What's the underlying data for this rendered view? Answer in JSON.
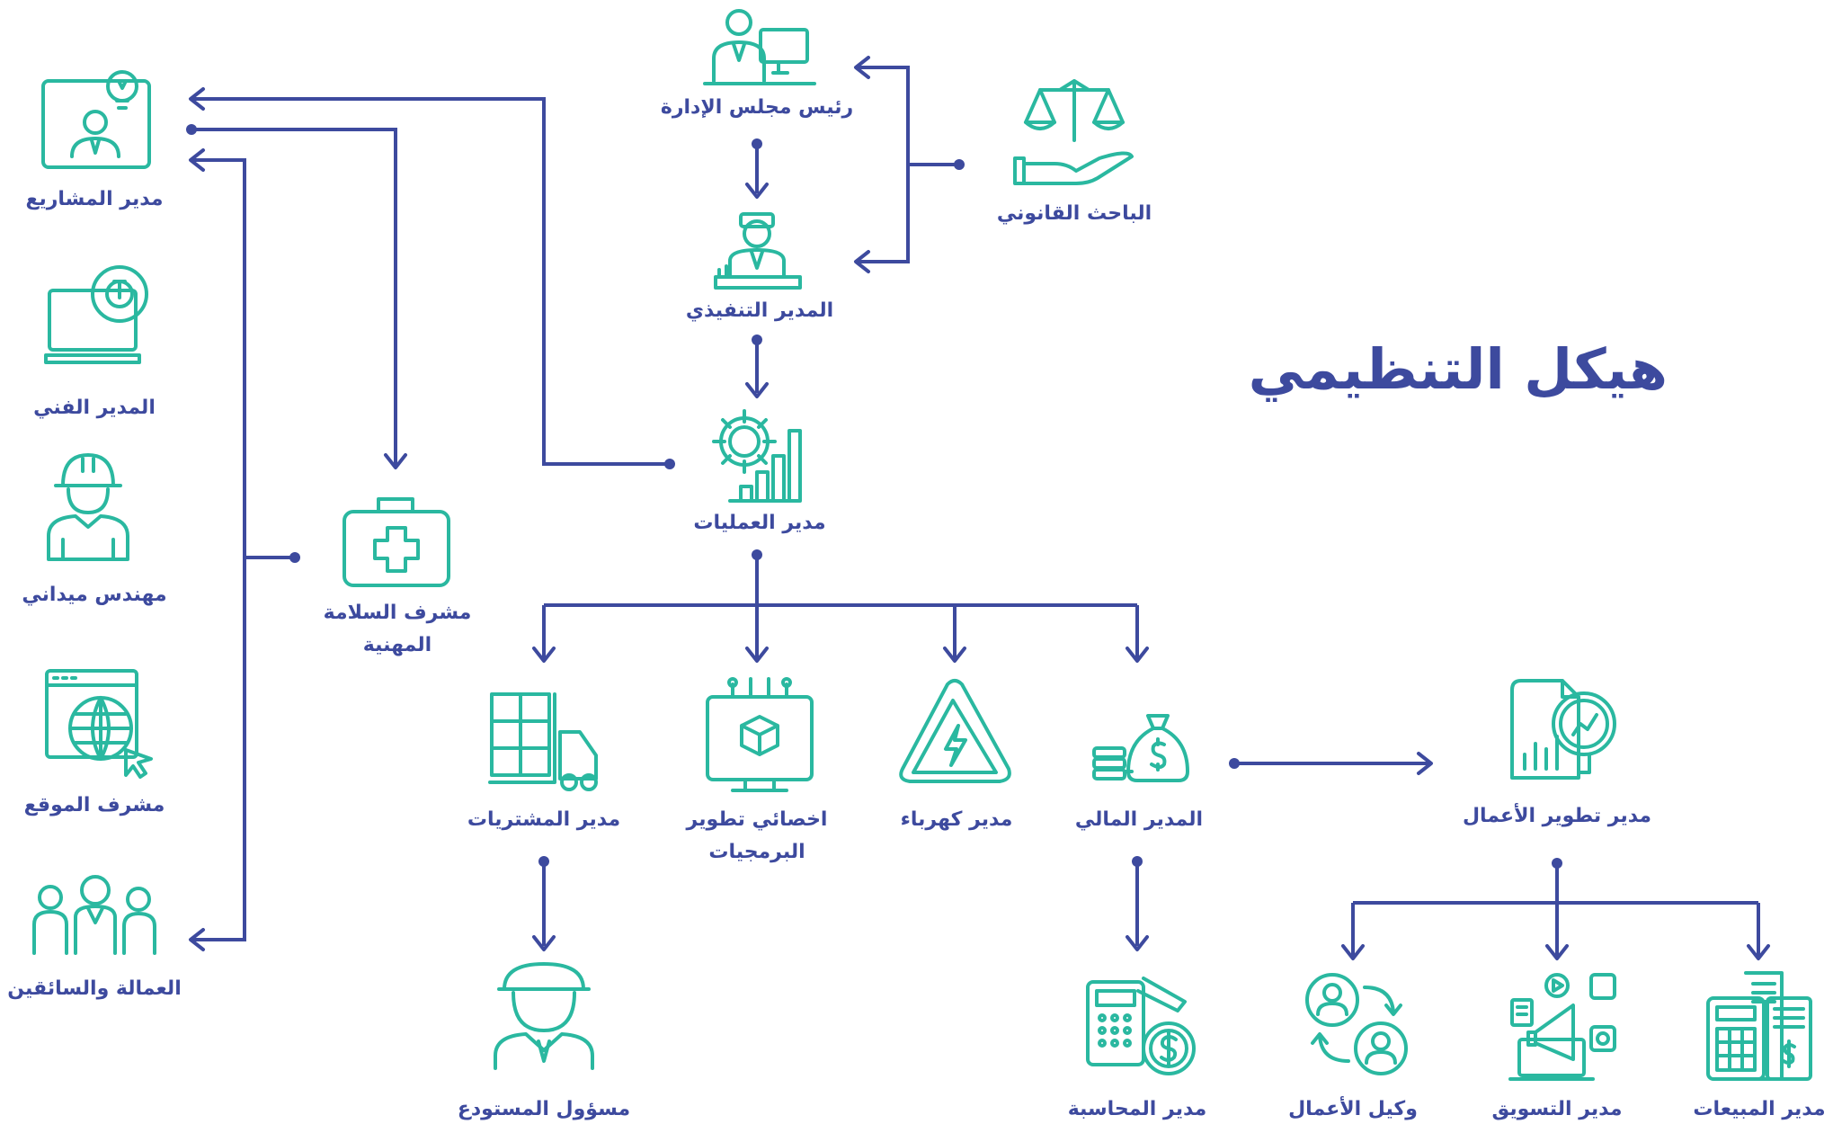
{
  "title": "هيكل التنظيمي",
  "colors": {
    "accent": "#2ab8a0",
    "lines": "#3d4a9e",
    "background": "#ffffff"
  },
  "nodes": {
    "board_chairman": {
      "label": "رئيس مجلس الإدارة",
      "icon": "executive-desk-computer-icon"
    },
    "legal_researcher": {
      "label": "الباحث القانوني",
      "icon": "scales-on-hand-icon"
    },
    "ceo": {
      "label": "المدير التنفيذي",
      "icon": "executive-at-desk-icon"
    },
    "operations": {
      "label": "مدير العمليات",
      "icon": "gear-chart-icon"
    },
    "projects": {
      "label": "مدير المشاريع",
      "icon": "presenter-lightbulb-icon"
    },
    "technical": {
      "label": "المدير الفني",
      "icon": "laptop-wrench-gear-icon"
    },
    "field_engineer": {
      "label": "مهندس ميداني",
      "icon": "engineer-helmet-icon"
    },
    "site_supervisor": {
      "label": "مشرف الموقع",
      "icon": "web-globe-cursor-icon"
    },
    "workers": {
      "label": "العمالة والسائقين",
      "icon": "workers-group-icon"
    },
    "safety": {
      "label_lines": [
        "مشرف السلامة",
        "المهنية"
      ],
      "icon": "first-aid-kit-icon"
    },
    "procurement": {
      "label": "مدير المشتريات",
      "icon": "forklift-boxes-icon"
    },
    "software": {
      "label_lines": [
        "اخصائي تطوير",
        "البرمجيات"
      ],
      "icon": "monitor-cube-icon"
    },
    "electrical": {
      "label": "مدير كهرباء",
      "icon": "high-voltage-icon"
    },
    "finance": {
      "label": "المدير المالي",
      "icon": "money-bag-coins-icon"
    },
    "bizdev": {
      "label": "مدير تطوير الأعمال",
      "icon": "chart-magnifier-icon"
    },
    "warehouse": {
      "label": "مسؤول المستودع",
      "icon": "guard-cap-icon"
    },
    "accounting": {
      "label": "مدير المحاسبة",
      "icon": "calculator-dollar-icon"
    },
    "business_agent": {
      "label": "وكيل  الأعمال",
      "icon": "two-people-exchange-icon"
    },
    "marketing": {
      "label": "مدير التسويق",
      "icon": "megaphone-laptop-icon"
    },
    "sales": {
      "label": "مدير المبيعات",
      "icon": "calculator-receipt-icon"
    }
  }
}
